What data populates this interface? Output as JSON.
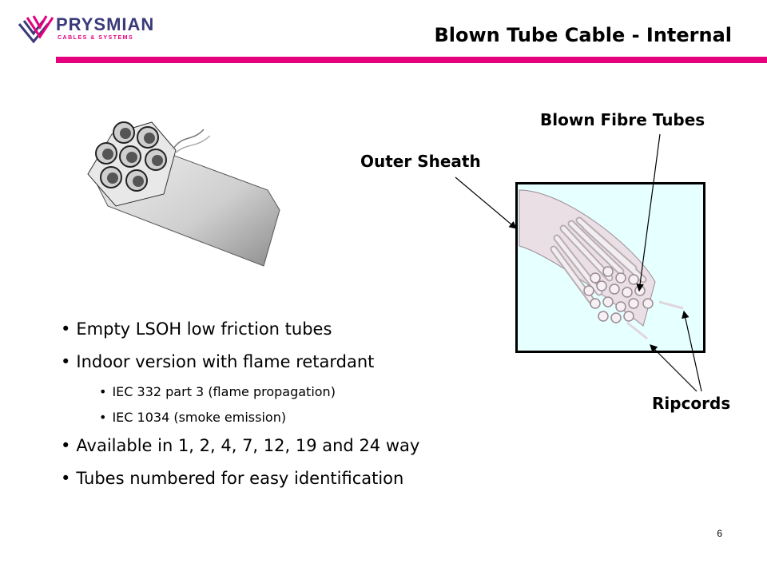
{
  "header": {
    "title": "Blown Tube Cable - Internal",
    "accent_color": "#e5007e",
    "logo": {
      "name": "PRYSMIAN",
      "tagline": "CABLES & SYSTEMS"
    }
  },
  "diagram": {
    "label_tubes": "Blown Fibre Tubes",
    "label_sheath": "Outer Sheath",
    "label_ripcords": "Ripcords"
  },
  "bullets": {
    "item1": "Empty LSOH low friction tubes",
    "item2": "Indoor version with flame retardant",
    "sub1": "IEC 332 part 3 (flame propagation)",
    "sub2": "IEC 1034 (smoke emission)",
    "item3": "Available in 1, 2, 4, 7, 12, 19 and 24 way",
    "item4": "Tubes numbered for easy identification"
  },
  "footer": {
    "page_number": "6"
  }
}
